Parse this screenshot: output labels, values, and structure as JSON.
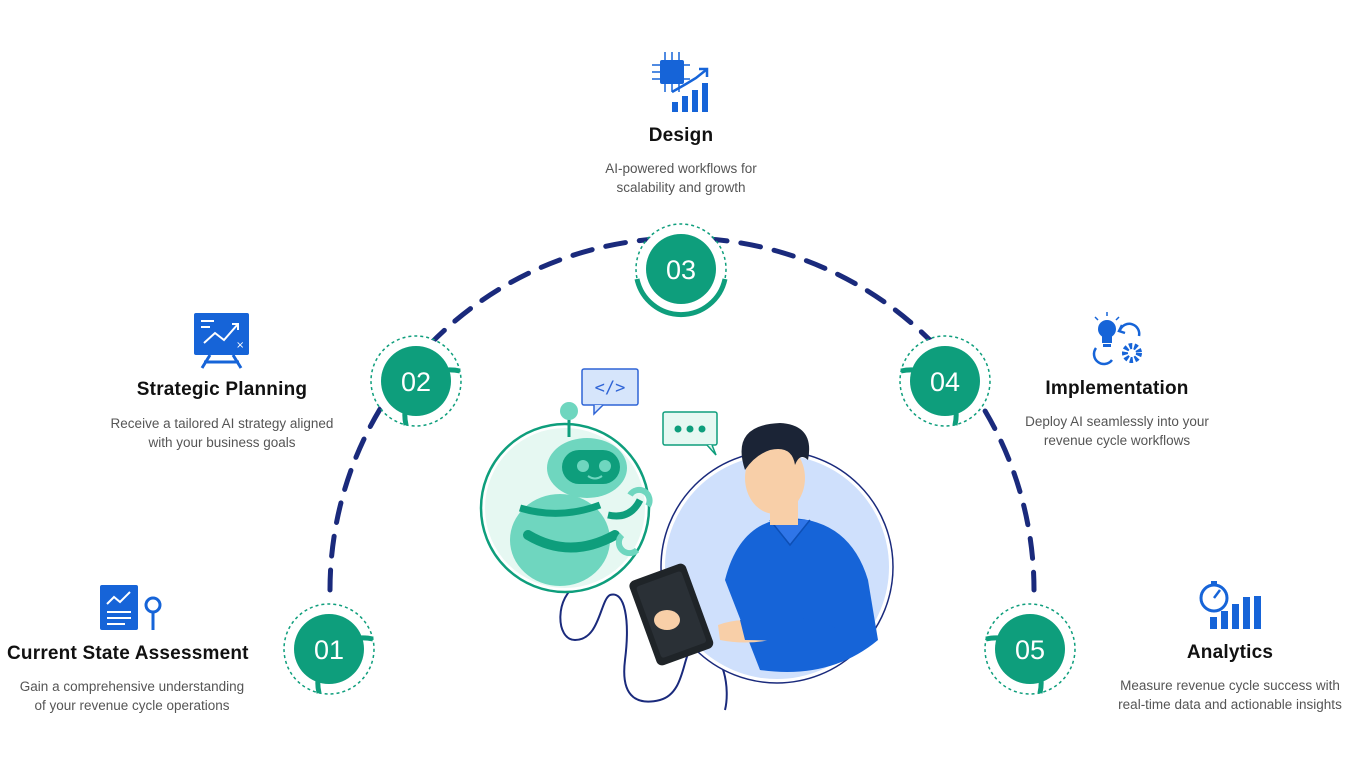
{
  "steps": [
    {
      "number": "01",
      "title": "Current State Assessment",
      "desc_line1": "Gain a comprehensive understanding",
      "desc_line2": "of your revenue cycle operations",
      "icon": "report-magnifier-icon"
    },
    {
      "number": "02",
      "title": "Strategic Planning",
      "desc_line1": "Receive a tailored AI strategy aligned",
      "desc_line2": "with your business goals",
      "icon": "strategy-board-icon"
    },
    {
      "number": "03",
      "title": "Design",
      "desc_line1": "AI-powered workflows for",
      "desc_line2": "scalability and growth",
      "icon": "chip-growth-icon"
    },
    {
      "number": "04",
      "title": "Implementation",
      "desc_line1": "Deploy AI seamlessly into your",
      "desc_line2": "revenue cycle workflows",
      "icon": "bulb-gear-icon"
    },
    {
      "number": "05",
      "title": "Analytics",
      "desc_line1": "Measure revenue cycle success with",
      "desc_line2": "real-time data and actionable insights",
      "icon": "gauge-bars-icon"
    }
  ],
  "illustration": {
    "code_bubble": "</>"
  },
  "colors": {
    "teal": "#0e9e7c",
    "navy": "#1a2a7c",
    "blue": "#1664d8",
    "mint": "#6fd6bf"
  }
}
